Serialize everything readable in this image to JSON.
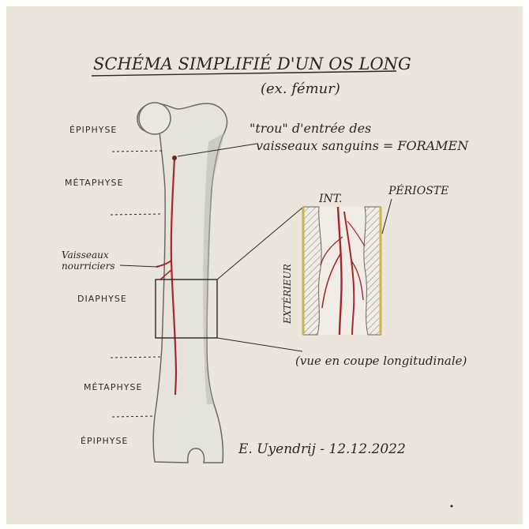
{
  "title": "SCHÉMA SIMPLIFIÉ D'UN OS LONG",
  "subtitle": "(ex. fémur)",
  "regions": {
    "epiphyse_top": "ÉPIPHYSE",
    "metaphyse_top": "MÉTAPHYSE",
    "diaphyse": "DIAPHYSE",
    "metaphyse_bottom": "MÉTAPHYSE",
    "epiphyse_bottom": "ÉPIPHYSE"
  },
  "vessels_label": {
    "line1": "Vaisseaux",
    "line2": "nourriciers"
  },
  "foramen_label": {
    "line1": "\"trou\" d'entrée des",
    "line2": "vaisseaux sanguins = FORAMEN"
  },
  "cross_section": {
    "outer_label": "EXTÉRIEUR",
    "inner_label": "INT.",
    "periosteum_label": "PÉRIOSTE",
    "caption": "(vue en coupe longitudinale)"
  },
  "signature": "E. Uyendrij - 12.12.2022",
  "colors": {
    "paper": "#ece5dc",
    "bone": "#e6e3dc",
    "bone_shade": "#b9b6b0",
    "vessel": "#a8262b",
    "periosteum": "#c9b548",
    "ink": "#2a2622"
  }
}
